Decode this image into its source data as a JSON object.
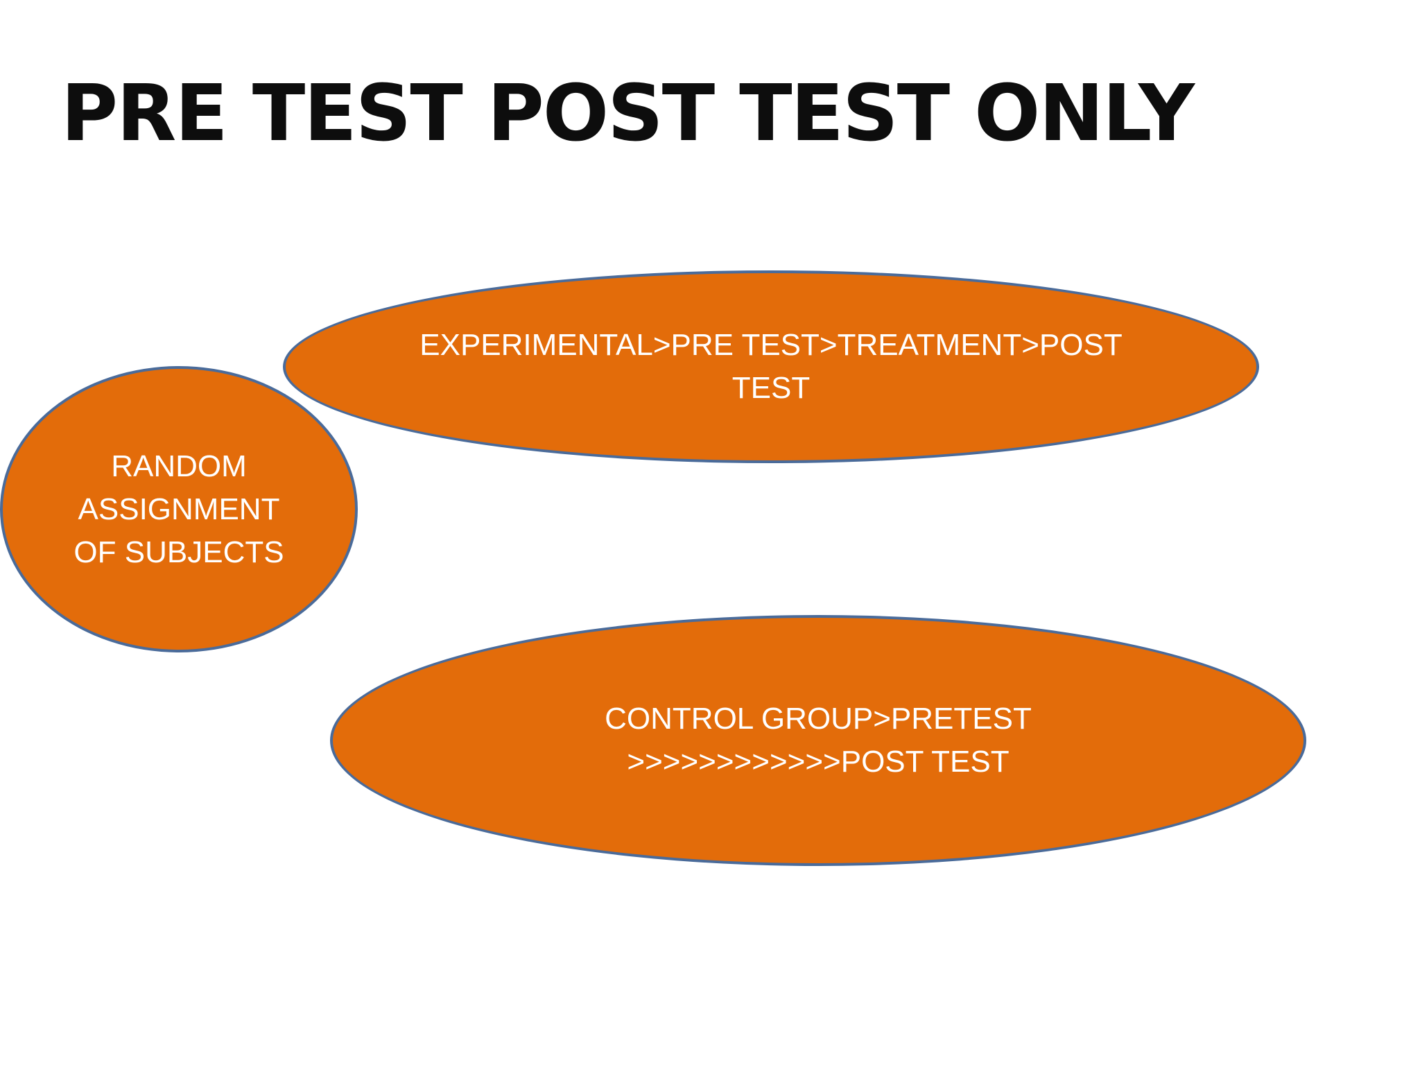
{
  "slide": {
    "title": "PRE TEST POST TEST ONLY"
  },
  "diagram": {
    "random_assignment": {
      "lines": [
        "RANDOM",
        "ASSIGNMENT",
        "OF SUBJECTS"
      ]
    },
    "experimental_group": {
      "lines": [
        "EXPERIMENTAL>PRE TEST>TREATMENT>POST",
        "TEST"
      ]
    },
    "control_group": {
      "lines": [
        "CONTROL GROUP>PRETEST",
        ">>>>>>>>>>>>POST TEST"
      ]
    }
  },
  "colors": {
    "shape_fill": "#e36c0a",
    "shape_outline": "#4a6b9a",
    "shape_text": "#ffffff",
    "title_text": "#0d0d0d",
    "background": "#ffffff"
  }
}
